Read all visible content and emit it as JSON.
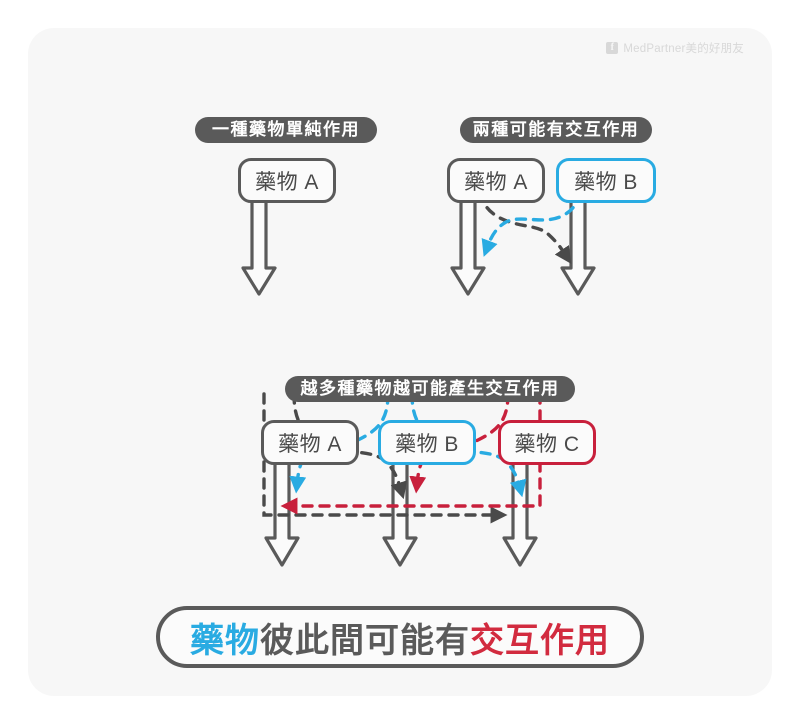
{
  "watermark": {
    "icon": "facebook-icon",
    "glyph": "f",
    "text": "MedPartner美的好朋友"
  },
  "sections": [
    {
      "id": "single-drug",
      "label": "一種藥物單純作用",
      "drugs": [
        {
          "name": "藥物 A",
          "color": "#5a5a5a"
        }
      ]
    },
    {
      "id": "two-drugs",
      "label": "兩種可能有交互作用",
      "drugs": [
        {
          "name": "藥物 A",
          "color": "#5a5a5a"
        },
        {
          "name": "藥物 B",
          "color": "#29abe2"
        }
      ]
    },
    {
      "id": "three-drugs",
      "label": "越多種藥物越可能產生交互作用",
      "drugs": [
        {
          "name": "藥物 A",
          "color": "#5a5a5a"
        },
        {
          "name": "藥物 B",
          "color": "#29abe2"
        },
        {
          "name": "藥物 C",
          "color": "#c8203c"
        }
      ]
    }
  ],
  "banner": {
    "part1": "藥物",
    "part2": "彼此間可能有",
    "part3": "交互作用"
  },
  "colors": {
    "gray": "#5a5a5a",
    "blue": "#29abe2",
    "red": "#c8203c",
    "card_bg": "#f7f7f7",
    "page_bg": "#ffffff",
    "box_bg": "#fbfbfb",
    "watermark": "#d8d8d8"
  }
}
